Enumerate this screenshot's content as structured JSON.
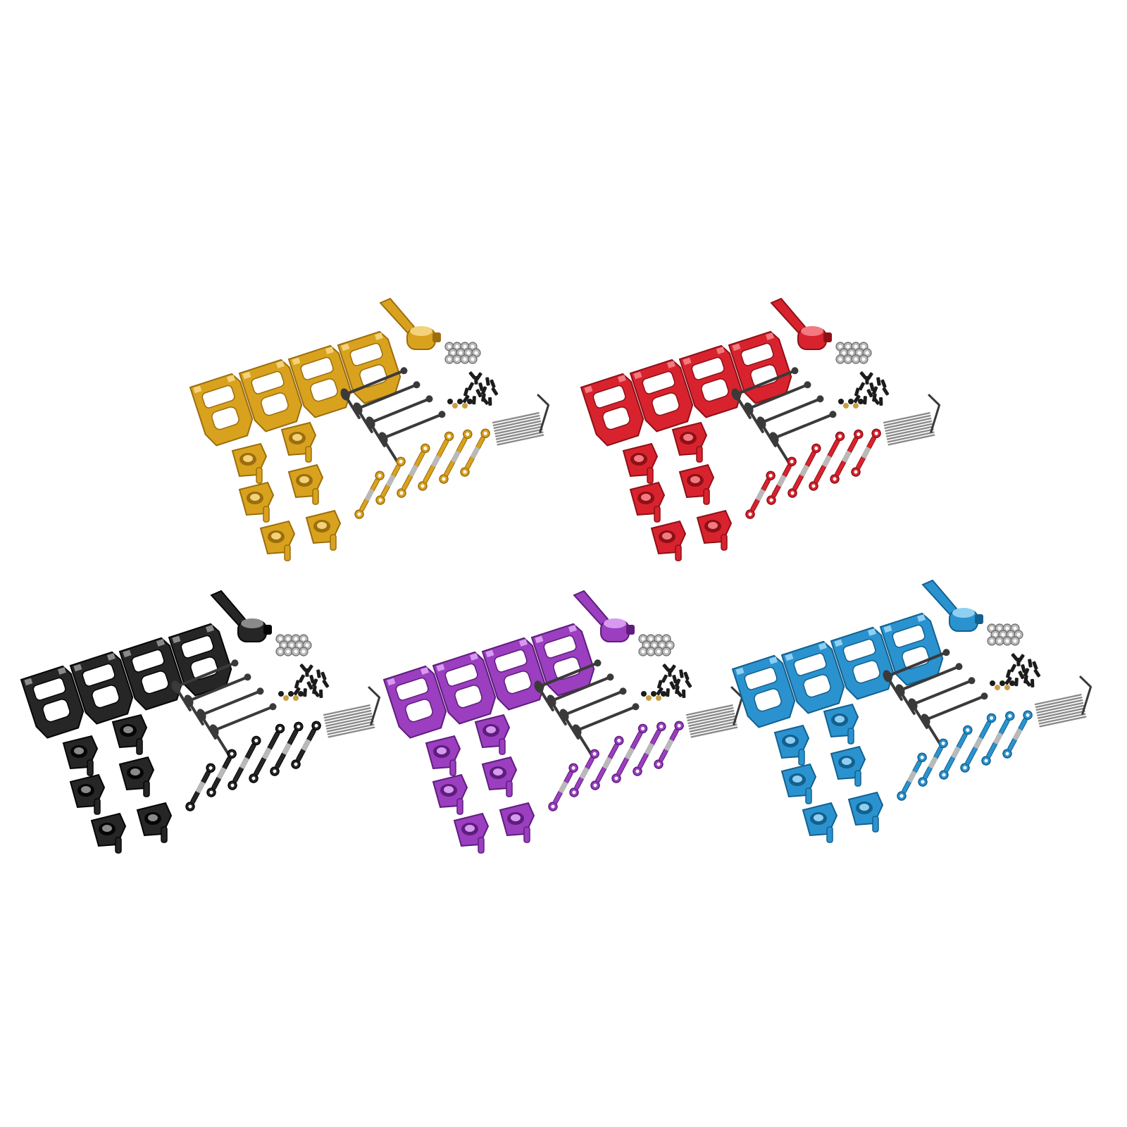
{
  "kits": [
    {
      "id": "gold",
      "color": "#d9a21e",
      "shade": "#9c6d0c",
      "light": "#f3d27a"
    },
    {
      "id": "red",
      "color": "#d8232e",
      "shade": "#8e1016",
      "light": "#f27a80"
    },
    {
      "id": "black",
      "color": "#262626",
      "shade": "#050505",
      "light": "#8a8a8a"
    },
    {
      "id": "purple",
      "color": "#9b3ec0",
      "shade": "#5e1d7c",
      "light": "#d69af0"
    },
    {
      "id": "blue",
      "color": "#2a93cf",
      "shade": "#13608f",
      "light": "#8fd0f2"
    }
  ],
  "hardware": {
    "steel": "#b9b9b9",
    "screw": "#1c1c1c",
    "dark_metal": "#3a3a3a",
    "brass": "#c9a040"
  }
}
